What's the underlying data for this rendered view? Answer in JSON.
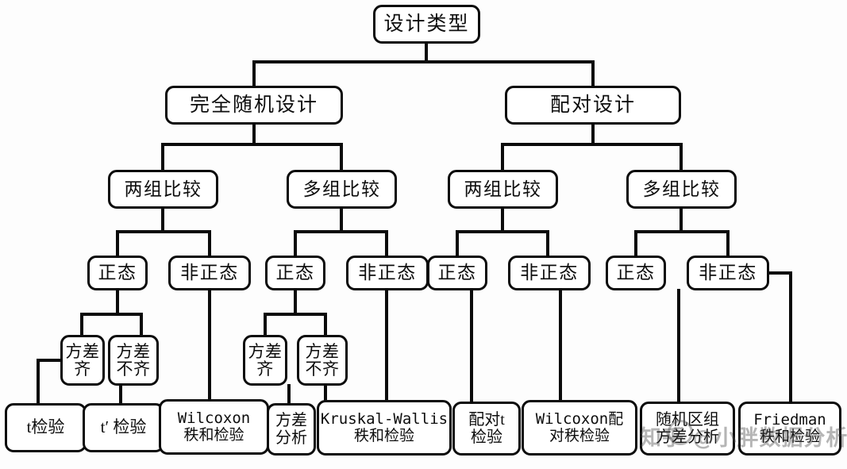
{
  "diagram": {
    "title": "设计类型",
    "watermark": "知乎 @小胖数据分析",
    "colors": {
      "stroke": "#0b0b0b",
      "node_fill": "#ffffff",
      "background": "#fdfdfd"
    }
  },
  "nodes": {
    "root": {
      "label": "设计类型"
    },
    "completely_random": {
      "label": "完全随机设计"
    },
    "paired_design": {
      "label": "配对设计"
    },
    "cr_two_group": {
      "label": "两组比较"
    },
    "cr_multi_group": {
      "label": "多组比较"
    },
    "pd_two_group": {
      "label": "两组比较"
    },
    "pd_multi_group": {
      "label": "多组比较"
    },
    "cr2_normal": {
      "label": "正态"
    },
    "cr2_nonnormal": {
      "label": "非正态"
    },
    "crm_normal": {
      "label": "正态"
    },
    "crm_nonnormal": {
      "label": "非正态"
    },
    "pd2_normal": {
      "label": "正态"
    },
    "pd2_nonnormal": {
      "label": "非正态"
    },
    "pdm_normal": {
      "label": "正态"
    },
    "pdm_nonnormal": {
      "label": "非正态"
    },
    "cr2_var_equal": {
      "label": "方差\n齐"
    },
    "cr2_var_unequal": {
      "label": "方差\n不齐"
    },
    "crm_var_equal": {
      "label": "方差\n齐"
    },
    "crm_var_unequal": {
      "label": "方差\n不齐"
    },
    "t_test": {
      "label": "t检验"
    },
    "t_prime_test": {
      "label": "t′ 检验"
    },
    "wilcoxon_rank_sum": {
      "label": "Wilcoxon\n秩和检验"
    },
    "anova": {
      "label": "方差\n分析"
    },
    "kruskal_wallis": {
      "label": "Kruskal-Wallis\n秩和检验"
    },
    "paired_t_test": {
      "label": "配对t\n检验"
    },
    "wilcoxon_signed": {
      "label": "Wilcoxon配\n对秩检验"
    },
    "block_anova": {
      "label": "随机区组\n方差分析"
    },
    "friedman": {
      "label": "Friedman\n秩和检验"
    }
  },
  "chart_data": {
    "type": "tree",
    "title": "设计类型",
    "edges": [
      [
        "root",
        "completely_random"
      ],
      [
        "root",
        "paired_design"
      ],
      [
        "completely_random",
        "cr_two_group"
      ],
      [
        "completely_random",
        "cr_multi_group"
      ],
      [
        "paired_design",
        "pd_two_group"
      ],
      [
        "paired_design",
        "pd_multi_group"
      ],
      [
        "cr_two_group",
        "cr2_normal"
      ],
      [
        "cr_two_group",
        "cr2_nonnormal"
      ],
      [
        "cr_multi_group",
        "crm_normal"
      ],
      [
        "cr_multi_group",
        "crm_nonnormal"
      ],
      [
        "pd_two_group",
        "pd2_normal"
      ],
      [
        "pd_two_group",
        "pd2_nonnormal"
      ],
      [
        "pd_multi_group",
        "pdm_normal"
      ],
      [
        "pd_multi_group",
        "pdm_nonnormal"
      ],
      [
        "cr2_normal",
        "cr2_var_equal"
      ],
      [
        "cr2_normal",
        "cr2_var_unequal"
      ],
      [
        "crm_normal",
        "crm_var_equal"
      ],
      [
        "crm_normal",
        "crm_var_unequal"
      ],
      [
        "cr2_var_equal",
        "t_test"
      ],
      [
        "cr2_var_unequal",
        "t_prime_test"
      ],
      [
        "cr2_nonnormal",
        "wilcoxon_rank_sum"
      ],
      [
        "crm_var_equal",
        "anova"
      ],
      [
        "crm_var_unequal",
        "kruskal_wallis"
      ],
      [
        "crm_nonnormal",
        "kruskal_wallis"
      ],
      [
        "pd2_normal",
        "paired_t_test"
      ],
      [
        "pd2_nonnormal",
        "wilcoxon_signed"
      ],
      [
        "pdm_normal",
        "block_anova"
      ],
      [
        "pdm_nonnormal",
        "friedman"
      ]
    ]
  }
}
